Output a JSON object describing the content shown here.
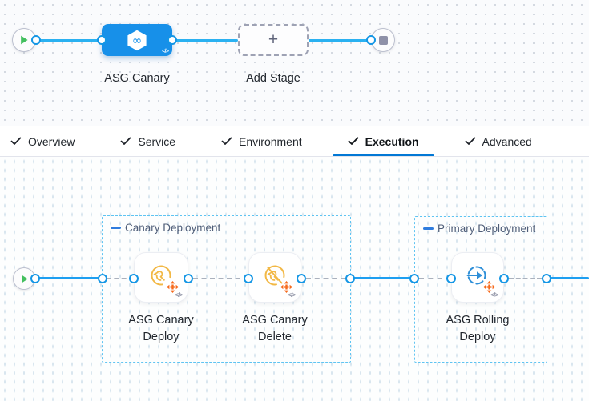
{
  "glyphs": {
    "plus": "+",
    "code": "</>"
  },
  "pipeline_canvas": {
    "stage_label": "ASG Canary",
    "add_stage_label": "Add Stage"
  },
  "tabs": {
    "items": [
      {
        "label": "Overview",
        "checked": true,
        "active": false
      },
      {
        "label": "Service",
        "checked": true,
        "active": false
      },
      {
        "label": "Environment",
        "checked": true,
        "active": false
      },
      {
        "label": "Execution",
        "checked": true,
        "active": true
      },
      {
        "label": "Advanced",
        "checked": true,
        "active": false
      }
    ]
  },
  "execution_canvas": {
    "groups": [
      {
        "label": "Canary Deployment"
      },
      {
        "label": "Primary Deployment"
      }
    ],
    "steps": [
      {
        "label": "ASG Canary Deploy"
      },
      {
        "label": "ASG Canary Delete"
      },
      {
        "label": "ASG Rolling Deploy"
      }
    ]
  },
  "colors": {
    "accent": "#0278d5",
    "stage_node_blue": "#1790e9",
    "connector_top": "#2ab1f1",
    "connector_bottom": "#1e9ff1",
    "group_border": "#5fc4f2",
    "group_label_text": "#4e5d78",
    "canary_icon_yellow": "#f2b845",
    "scale_arrows_orange": "#f6691b",
    "rolling_icon_blue": "#2e8fd8",
    "play_green": "#43bf5e",
    "stop_gray": "#8f91a8"
  }
}
